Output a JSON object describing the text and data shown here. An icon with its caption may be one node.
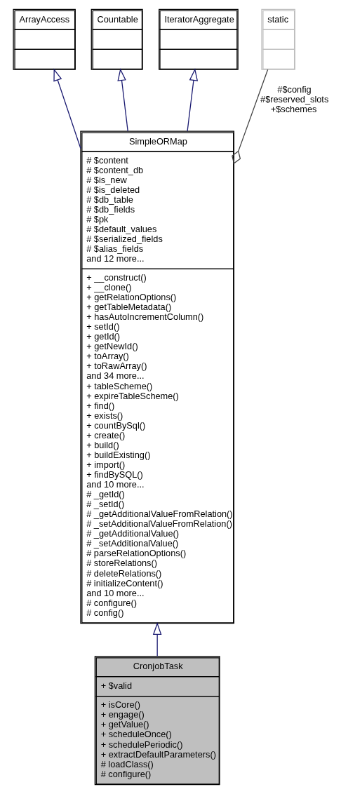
{
  "diagram": {
    "nodes": [
      {
        "text": [
          "ArrayAccess"
        ]
      },
      {
        "text": [
          "Countable"
        ]
      },
      {
        "text": [
          "IteratorAggregate"
        ]
      },
      {
        "text": [
          "static"
        ]
      },
      {
        "text": [
          "SimpleORMap",
          "# $content",
          "# $content_db",
          "# $is_new",
          "# $is_deleted",
          "# $db_table",
          "# $db_fields",
          "# $pk",
          "# $default_values",
          "# $serialized_fields",
          "# $alias_fields",
          "and 12 more...",
          "+ __construct()",
          "+ __clone()",
          "+ getRelationOptions()",
          "+ getTableMetadata()",
          "+ hasAutoIncrementColumn()",
          "+ setId()",
          "+ getId()",
          "+ getNewId()",
          "+ toArray()",
          "+ toRawArray()",
          "and 34 more...",
          "+ tableScheme()",
          "+ expireTableScheme()",
          "+ find()",
          "+ exists()",
          "+ countBySql()",
          "+ create()",
          "+ build()",
          "+ buildExisting()",
          "+ import()",
          "+ findBySQL()",
          "and 10 more...",
          "# _getId()",
          "# _setId()",
          "# _getAdditionalValueFromRelation()",
          "# _setAdditionalValueFromRelation()",
          "# _getAdditionalValue()",
          "# _setAdditionalValue()",
          "# parseRelationOptions()",
          "# storeRelations()",
          "# deleteRelations()",
          "# initializeContent()",
          "and 10 more...",
          "# configure()",
          "# config()"
        ]
      },
      {
        "text": [
          "CronjobTask",
          "+ $valid",
          "+ isCore()",
          "+ engage()",
          "+ getValue()",
          "+ scheduleOnce()",
          "+ schedulePeriodic()",
          "+ extractDefaultParameters()",
          "# loadClass()",
          "# configure()"
        ]
      }
    ],
    "edges": [
      {
        "from": 4,
        "to": 0,
        "arrow": "to"
      },
      {
        "from": 4,
        "to": 1,
        "arrow": "to"
      },
      {
        "from": 4,
        "to": 2,
        "arrow": "to"
      },
      {
        "from": 4,
        "to": 3,
        "arrow": "other",
        "label": "#$config #$reserved_slots +$schemes",
        "color": "#404040"
      },
      {
        "from": 5,
        "to": 4,
        "arrow": "to"
      }
    ]
  }
}
